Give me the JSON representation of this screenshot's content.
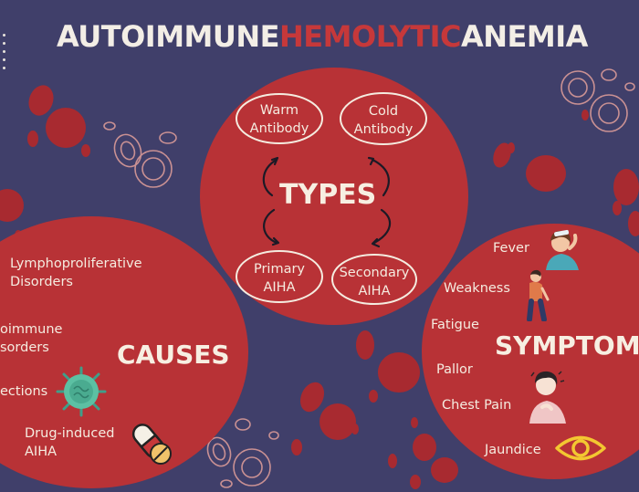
{
  "title": {
    "part1": "AUTOIMMUNE",
    "part2": "HEMOLYTIC",
    "part3": "ANEMIA"
  },
  "types": {
    "heading": "TYPES",
    "items": [
      {
        "line1": "Warm",
        "line2": "Antibody"
      },
      {
        "line1": "Cold",
        "line2": "Antibody"
      },
      {
        "line1": "Primary",
        "line2": "AIHA"
      },
      {
        "line1": "Secondary",
        "line2": "AIHA"
      }
    ]
  },
  "causes": {
    "heading": "CAUSES",
    "items": [
      {
        "line1": "Lymphoproliferative",
        "line2": "Disorders"
      },
      {
        "line1": "oimmune",
        "line2": "sorders"
      },
      {
        "line1": "ections",
        "line2": ""
      },
      {
        "line1": "Drug-induced",
        "line2": "AIHA"
      }
    ]
  },
  "symptoms": {
    "heading": "SYMPTOM",
    "items": [
      "Fever",
      "Weakness",
      "Fatigue",
      "Pallor",
      "Chest Pain",
      "Jaundice"
    ]
  },
  "colors": {
    "background": "#403f6a",
    "circle": "#b83236",
    "accent": "#c6383a",
    "text": "#f5ece0",
    "cell_outline": "#e7b6ad"
  },
  "icons": [
    "virus-icon",
    "pill-capsule-icon",
    "pill-tablet-icon",
    "eye-icon",
    "fever-person-icon",
    "weakness-person-icon",
    "chest-pain-person-icon"
  ]
}
